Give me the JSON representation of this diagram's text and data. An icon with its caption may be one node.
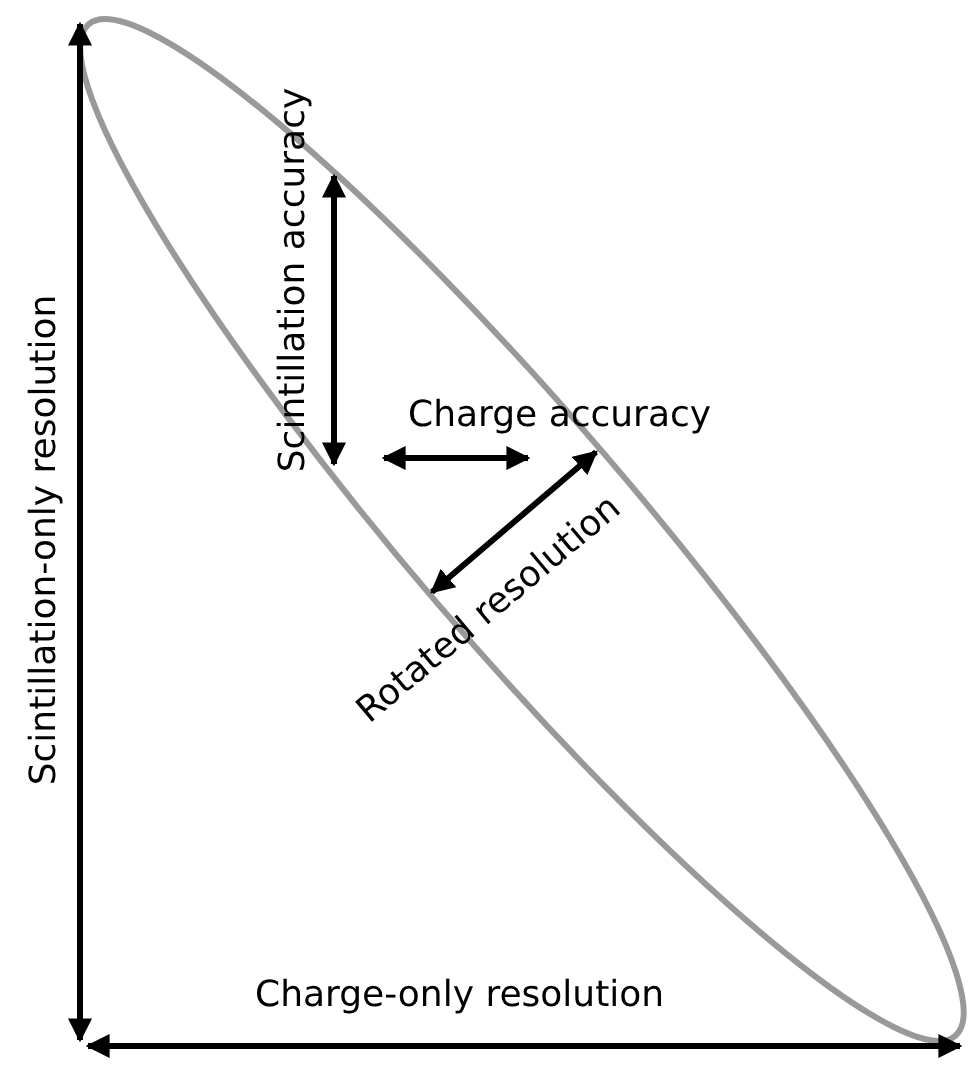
{
  "diagram": {
    "labels": [
      "Scintillation accuracy",
      "Charge accuracy",
      "Rotated resolution",
      "Scintillation-only resolution",
      "Charge-only resolution"
    ]
  }
}
